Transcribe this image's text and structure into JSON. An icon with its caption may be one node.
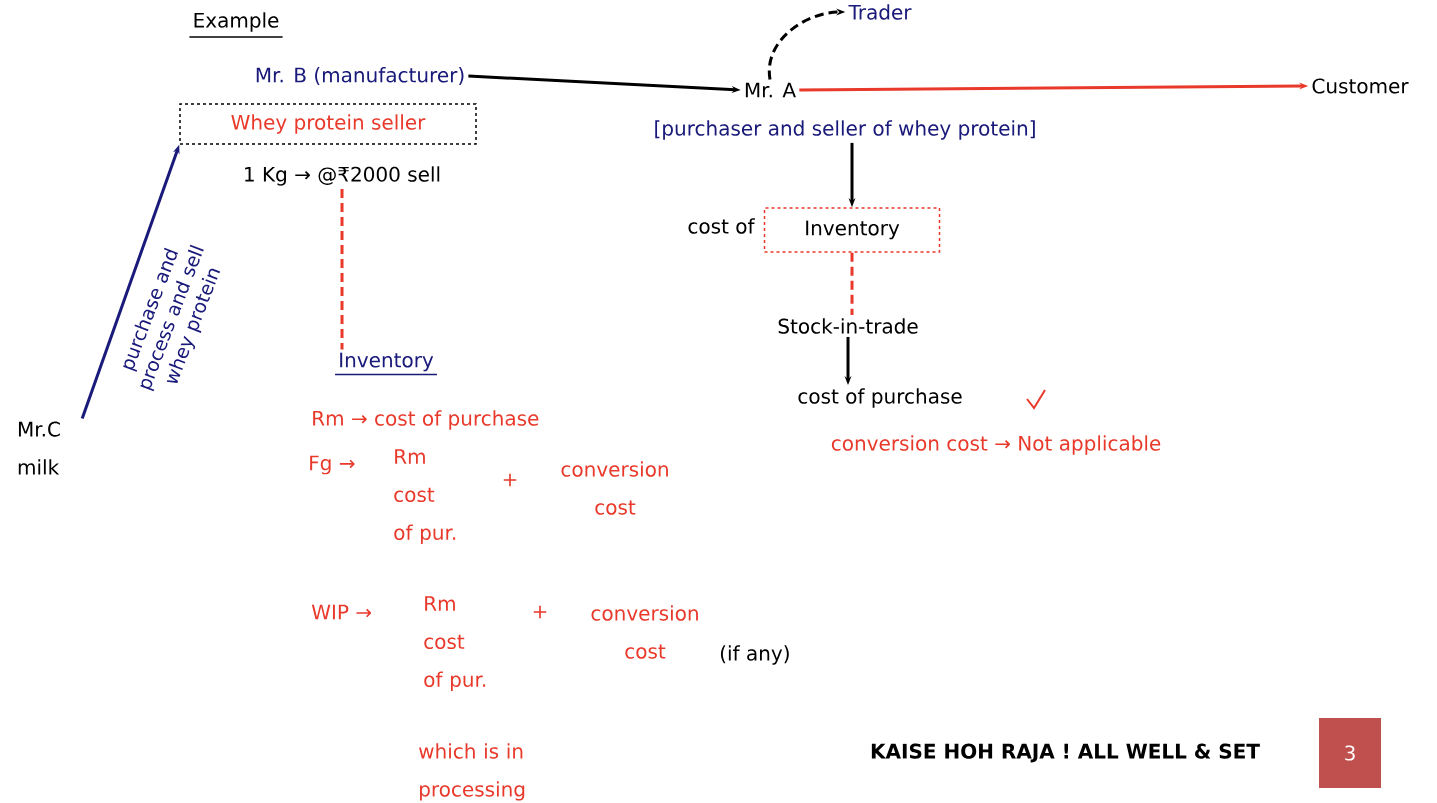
{
  "diagram": {
    "title": "Example",
    "nodes": [
      {
        "text": [
          "Mr. B (manufacturer)"
        ]
      },
      {
        "text": [
          "Whey protein seller"
        ]
      },
      {
        "text": [
          "1 Kg → @₹2000 sell"
        ]
      },
      {
        "text": [
          "Mr.C milk"
        ]
      },
      {
        "text": [
          "Inventory"
        ]
      },
      {
        "text": [
          "Mr. A"
        ]
      },
      {
        "text": [
          "Trader"
        ]
      },
      {
        "text": [
          "Customer"
        ]
      },
      {
        "text": [
          "[purchaser and seller of whey protein]"
        ]
      },
      {
        "text": [
          "cost of",
          "Inventory"
        ]
      },
      {
        "text": [
          "Stock-in-trade"
        ]
      },
      {
        "text": [
          "cost of purchase"
        ]
      },
      {
        "text": [
          "3"
        ]
      }
    ],
    "edges": [
      {
        "from": 3,
        "to": 1,
        "arrow": "to",
        "label": "purchase and process and sell whey protein",
        "color": "#1a1a7a"
      },
      {
        "from": 0,
        "to": 5,
        "arrow": "to"
      },
      {
        "from": 5,
        "to": 6,
        "arrow": "to",
        "style": "dashed"
      },
      {
        "from": 5,
        "to": 7,
        "arrow": "to",
        "color": "#e8392b"
      },
      {
        "from": 2,
        "to": 4,
        "arrow": "none",
        "style": "dashed",
        "color": "#e8392b"
      },
      {
        "from": 8,
        "to": 9,
        "arrow": "to"
      },
      {
        "from": 9,
        "to": 10,
        "arrow": "none",
        "style": "dashed",
        "color": "#e8392b"
      },
      {
        "from": 10,
        "to": 11,
        "arrow": "to"
      }
    ],
    "labels": [
      "Rm → cost of purchase",
      "Fg →",
      "Rm cost of pur.",
      "+",
      "conversion cost",
      "WIP →",
      "Rm cost of pur.",
      "+",
      "conversion cost",
      "(if any)",
      "which is in processing",
      "conversion cost → Not applicable",
      "KAISE HOH RAJA ! ALL WELL & SET"
    ]
  }
}
